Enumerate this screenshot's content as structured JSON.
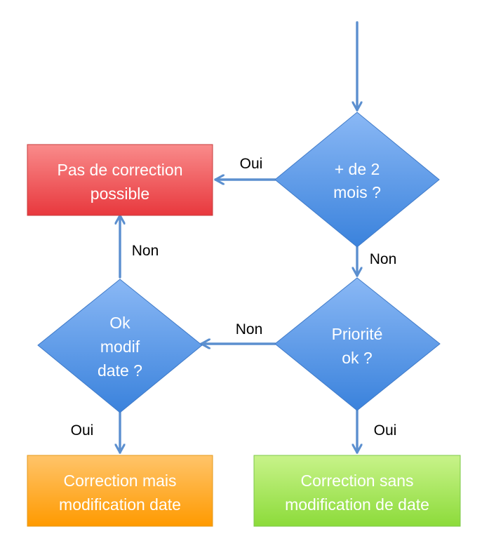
{
  "nodes": {
    "decision_two_months": {
      "lines": [
        "+ de 2",
        "mois ?"
      ]
    },
    "no_correction": {
      "lines": [
        "Pas de correction",
        "possible"
      ]
    },
    "decision_priority": {
      "lines": [
        "Priorité",
        "ok ?"
      ]
    },
    "decision_modif_date": {
      "lines": [
        "Ok",
        "modif",
        "date ?"
      ]
    },
    "correction_with_modif": {
      "lines": [
        "Correction mais",
        "modification date"
      ]
    },
    "correction_without_modif": {
      "lines": [
        "Correction sans",
        "modification de date"
      ]
    }
  },
  "edges": {
    "two_months_yes": "Oui",
    "two_months_no": "Non",
    "priority_no": "Non",
    "priority_yes": "Oui",
    "modif_date_no": "Non",
    "modif_date_yes": "Oui"
  },
  "colors": {
    "arrow": "#5b8fcf",
    "diamond_top": "#8ab8f5",
    "diamond_bottom": "#3a82dc",
    "red_top": "#f98b8b",
    "red_bottom": "#e8383d",
    "orange_top": "#ffc46a",
    "orange_bottom": "#ff9a00",
    "green_top": "#c8f38a",
    "green_bottom": "#8cdb3a"
  }
}
